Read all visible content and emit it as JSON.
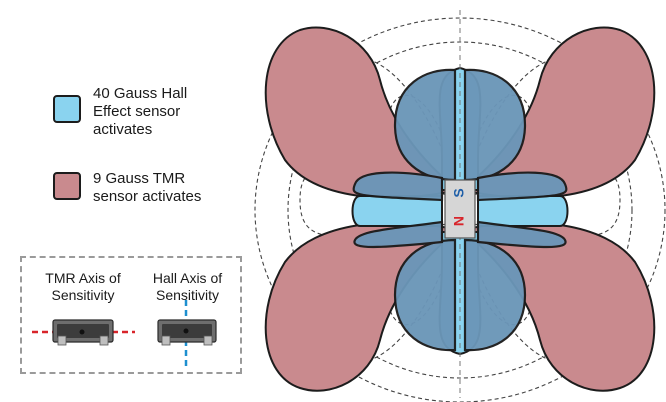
{
  "colors": {
    "hall_fill": "#8ad3ef",
    "tmr_fill": "#c98a8e",
    "overlap_fill": "#6b96b8",
    "outline": "#1c1c1c",
    "axis_tmr": "#d8242a",
    "axis_hall": "#1e8fcf",
    "magnet_north": "#d8242a",
    "magnet_south": "#1e5fa8",
    "field_lines": "#444444"
  },
  "legend": {
    "hall_line1": "40 Gauss Hall",
    "hall_line2": "Effect sensor",
    "hall_line3": "activates",
    "tmr_line1": "9 Gauss TMR",
    "tmr_line2": "sensor activates"
  },
  "axis_box": {
    "tmr_line1": "TMR Axis of",
    "tmr_line2": "Sensitivity",
    "hall_line1": "Hall Axis of",
    "hall_line2": "Sensitivity"
  },
  "magnet": {
    "south_label": "S",
    "north_label": "N"
  }
}
